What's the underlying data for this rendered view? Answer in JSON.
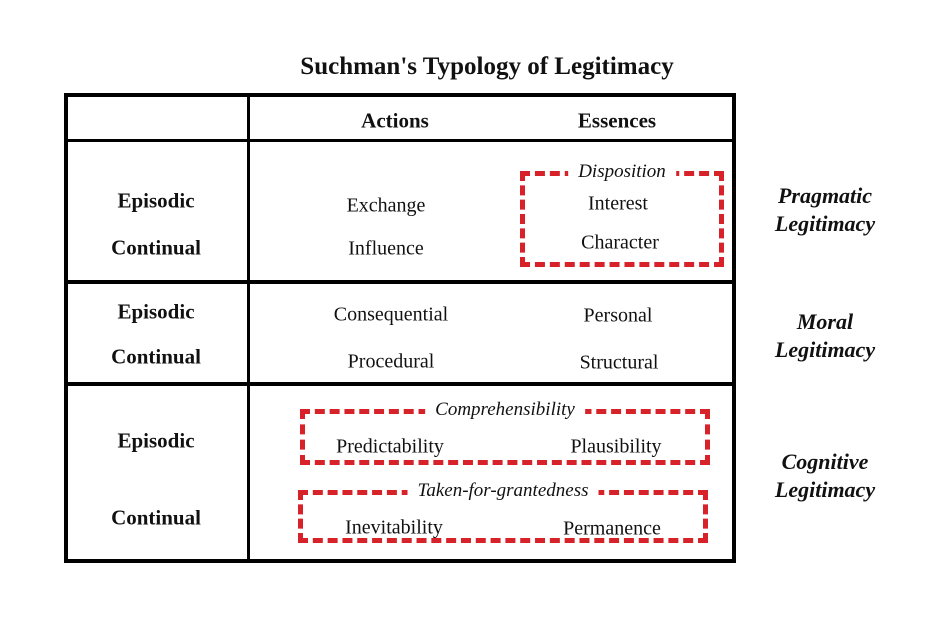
{
  "title": "Suchman's Typology of Legitimacy",
  "colors": {
    "dashed_box_red": "#d8222a",
    "table_line_black": "#000000"
  },
  "table": {
    "column_headers": {
      "actions": "Actions",
      "essences": "Essences"
    },
    "sections": [
      {
        "row_labels": {
          "episodic": "Episodic",
          "continual": "Continual"
        },
        "actions": [
          "Exchange",
          "Influence"
        ],
        "essences_group": {
          "label": "Disposition",
          "items": [
            "Interest",
            "Character"
          ]
        },
        "right_label_lines": [
          "Pragmatic",
          "Legitimacy"
        ]
      },
      {
        "row_labels": {
          "episodic": "Episodic",
          "continual": "Continual"
        },
        "actions": [
          "Consequential",
          "Procedural"
        ],
        "essences": [
          "Personal",
          "Structural"
        ],
        "right_label_lines": [
          "Moral",
          "Legitimacy"
        ]
      },
      {
        "row_labels": {
          "episodic": "Episodic",
          "continual": "Continual"
        },
        "groups": [
          {
            "label": "Comprehensibility",
            "items": [
              "Predictability",
              "Plausibility"
            ]
          },
          {
            "label": "Taken-for-grantedness",
            "items": [
              "Inevitability",
              "Permanence"
            ]
          }
        ],
        "right_label_lines": [
          "Cognitive",
          "Legitimacy"
        ]
      }
    ]
  }
}
